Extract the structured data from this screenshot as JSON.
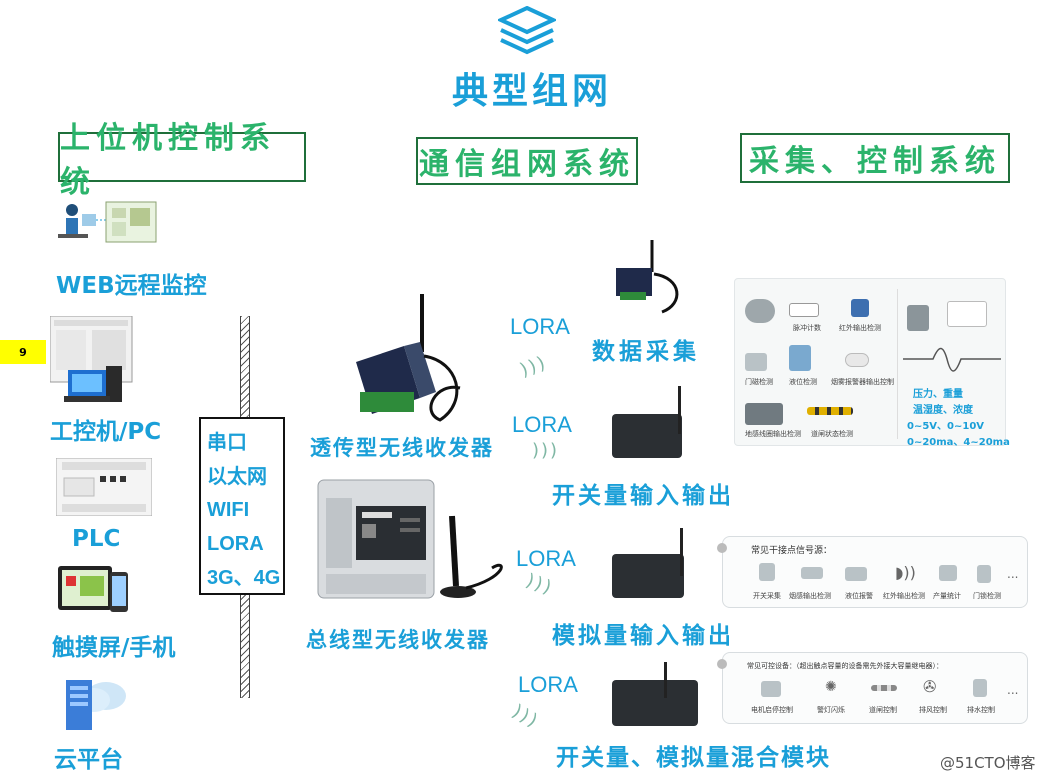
{
  "title": "典型组网",
  "watermark": "@51CTO博客",
  "page_badge": "9",
  "headers": {
    "left": "上位机控制系统",
    "middle": "通信组网系统",
    "right": "采集、控制系统"
  },
  "left_items": {
    "web": "WEB远程监控",
    "pc": "工控机/PC",
    "plc": "PLC",
    "touch": "触摸屏/手机",
    "cloud": "云平台"
  },
  "comm_box": {
    "line1": "串口",
    "line2": "以太网",
    "line3": "WIFI",
    "line4": "LORA",
    "line5": "3G、4G"
  },
  "middle_devices": {
    "transparent": "透传型无线收发器",
    "bus": "总线型无线收发器"
  },
  "lora_label": "LORA",
  "right_modules": {
    "data": "数据采集",
    "switch_io": "开关量输入输出",
    "analog_io": "模拟量输入输出",
    "mixed": "开关量、模拟量混合模块"
  },
  "sensor_panel": {
    "items": [
      "脉冲计数",
      "红外输出检测",
      "门磁检测",
      "液位检测",
      "烟雾报警器输出控制",
      "地感线圈输出检测",
      "道闸状态检测"
    ],
    "specs": [
      "压力、重量",
      "温湿度、浓度",
      "0~5V、0~10V",
      "0~20ma、4~20ma"
    ]
  },
  "input_panel": {
    "title": "常见干接点信号源：",
    "items": [
      "开关采集",
      "烟感输出检测",
      "液位报警",
      "红外输出检测",
      "产量统计",
      "门锁检测"
    ],
    "more": "..."
  },
  "control_panel": {
    "title": "常见可控设备：（超出触点容量的设备需先外接大容量继电器）：",
    "items": [
      "电机启停控制",
      "警灯闪烁",
      "道闸控制",
      "排风控制",
      "排水控制"
    ],
    "more": "..."
  }
}
